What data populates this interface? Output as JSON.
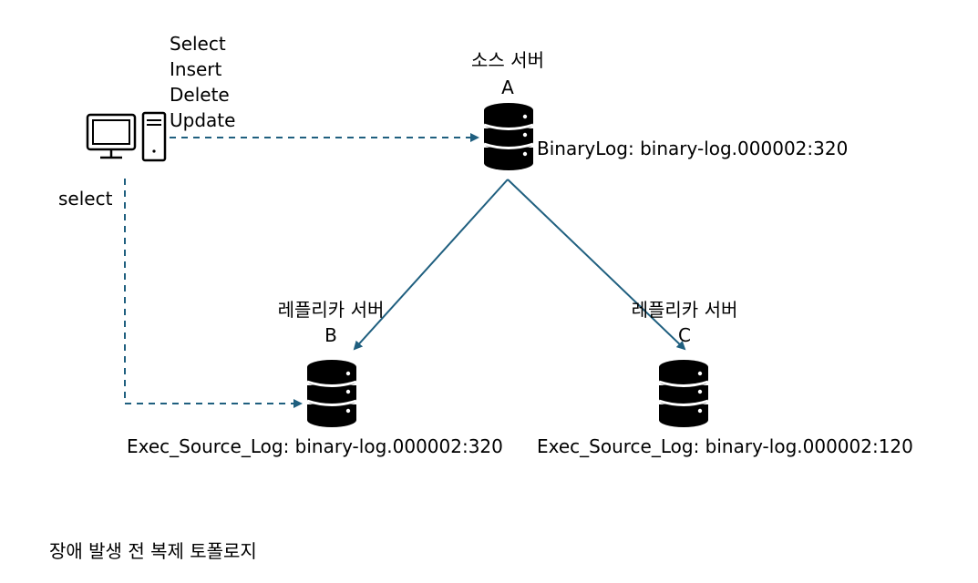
{
  "client": {
    "operations": [
      "Select",
      "Insert",
      "Delete",
      "Update"
    ],
    "read_label": "select"
  },
  "source_server": {
    "title": "소스 서버",
    "id": "A",
    "log_label": "BinaryLog: binary-log.000002:320"
  },
  "replica_b": {
    "title": "레플리카 서버",
    "id": "B",
    "log_label": "Exec_Source_Log: binary-log.000002:320"
  },
  "replica_c": {
    "title": "레플리카 서버",
    "id": "C",
    "log_label": "Exec_Source_Log: binary-log.000002:120"
  },
  "caption": "장애 발생 전 복제 토폴로지",
  "colors": {
    "replication_arrow": "#1f5f7f",
    "client_arrow": "#1f5f7f",
    "icon": "#000000"
  }
}
